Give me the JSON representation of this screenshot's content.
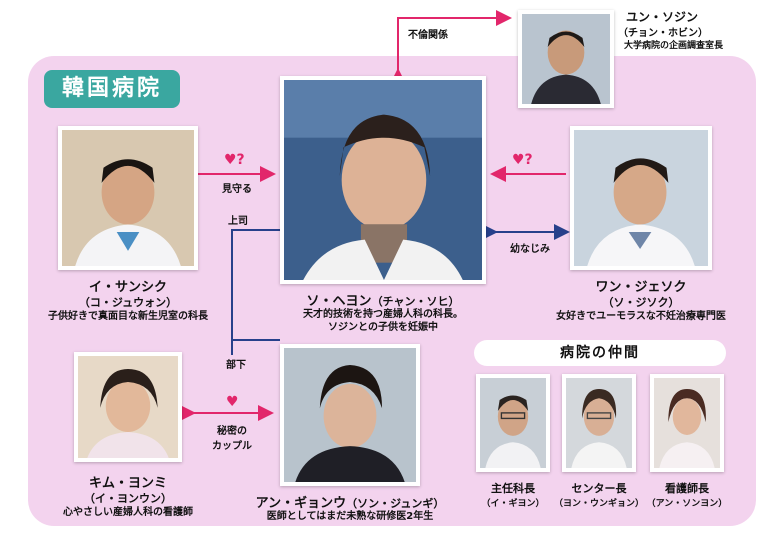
{
  "hospital_tag": "韓国病院",
  "colleagues_title": "病院の仲間",
  "colors": {
    "panel": "#f3d3ee",
    "tag": "#3aa7a0",
    "heart": "#e2266b",
    "blue": "#27408b"
  },
  "relations": {
    "affair": "不倫関係",
    "watch": "見守る",
    "boss": "上司",
    "subordinate": "部下",
    "childhood": "幼なじみ",
    "secret_couple_1": "秘密の",
    "secret_couple_2": "カップル",
    "heart_q": "♥?",
    "heart": "♥"
  },
  "people": {
    "yun": {
      "name": "ユン・ソジン",
      "actor": "（チョン・ホビン）",
      "desc": "大学病院の企画調査室長"
    },
    "lee": {
      "name": "イ・サンシク",
      "actor": "（コ・ジュウォン）",
      "desc": "子供好きで真面目な新生児室の科長"
    },
    "seo": {
      "name": "ソ・ヘヨン",
      "actor": "（チャン・ソヒ）",
      "desc1": "天才的技術を持つ産婦人科の科長。",
      "desc2": "ソジンとの子供を妊娠中"
    },
    "wang": {
      "name": "ワン・ジェソク",
      "actor": "（ソ・ジソク）",
      "desc": "女好きでユーモラスな不妊治療専門医"
    },
    "kim": {
      "name": "キム・ヨンミ",
      "actor": "（イ・ヨンウン）",
      "desc": "心やさしい産婦人科の看護師"
    },
    "ahn": {
      "name": "アン・ギョンウ",
      "actor": "（ソン・ジュンギ）",
      "desc": "医師としてはまだ未熟な研修医2年生"
    },
    "chief": {
      "name": "主任科長",
      "actor": "（イ・ギヨン）"
    },
    "center": {
      "name": "センター長",
      "actor": "（ヨン・ウンギョン）"
    },
    "nurse": {
      "name": "看護師長",
      "actor": "（アン・ソンヨン）"
    }
  }
}
